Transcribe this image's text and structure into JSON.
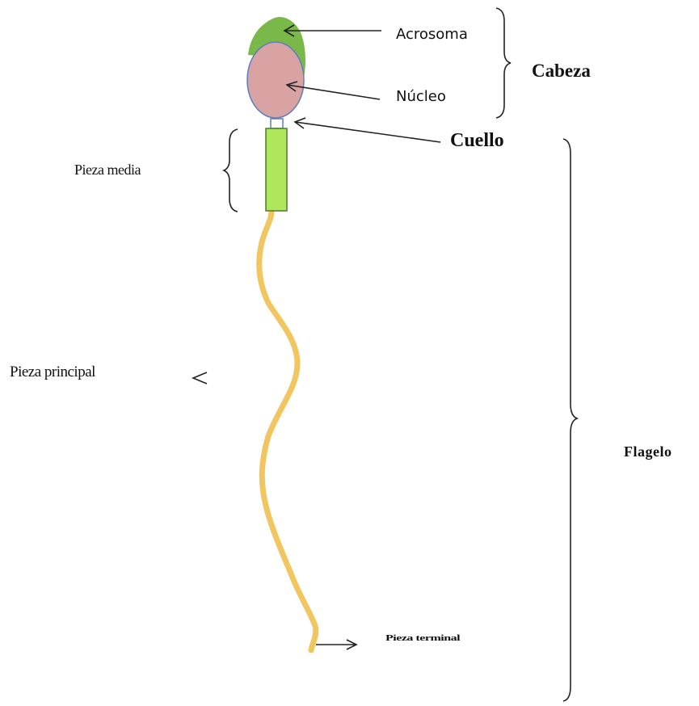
{
  "labels": {
    "acrosoma": "Acrosoma",
    "nucleo": "Núcleo",
    "cabeza": "Cabeza",
    "cuello": "Cuello",
    "pieza_media": "Pieza media",
    "pieza_principal": "Pieza principal",
    "flagelo": "Flagelo",
    "pieza_terminal": "Pieza terminal"
  },
  "colors": {
    "acrosome": "#7bb84a",
    "nucleus": "#d9a3a3",
    "nucleus_outline": "#5b7fc0",
    "neck": "#ffffff",
    "midpiece": "#aee65c",
    "tail": "#f1c560",
    "lines": "#222222"
  }
}
